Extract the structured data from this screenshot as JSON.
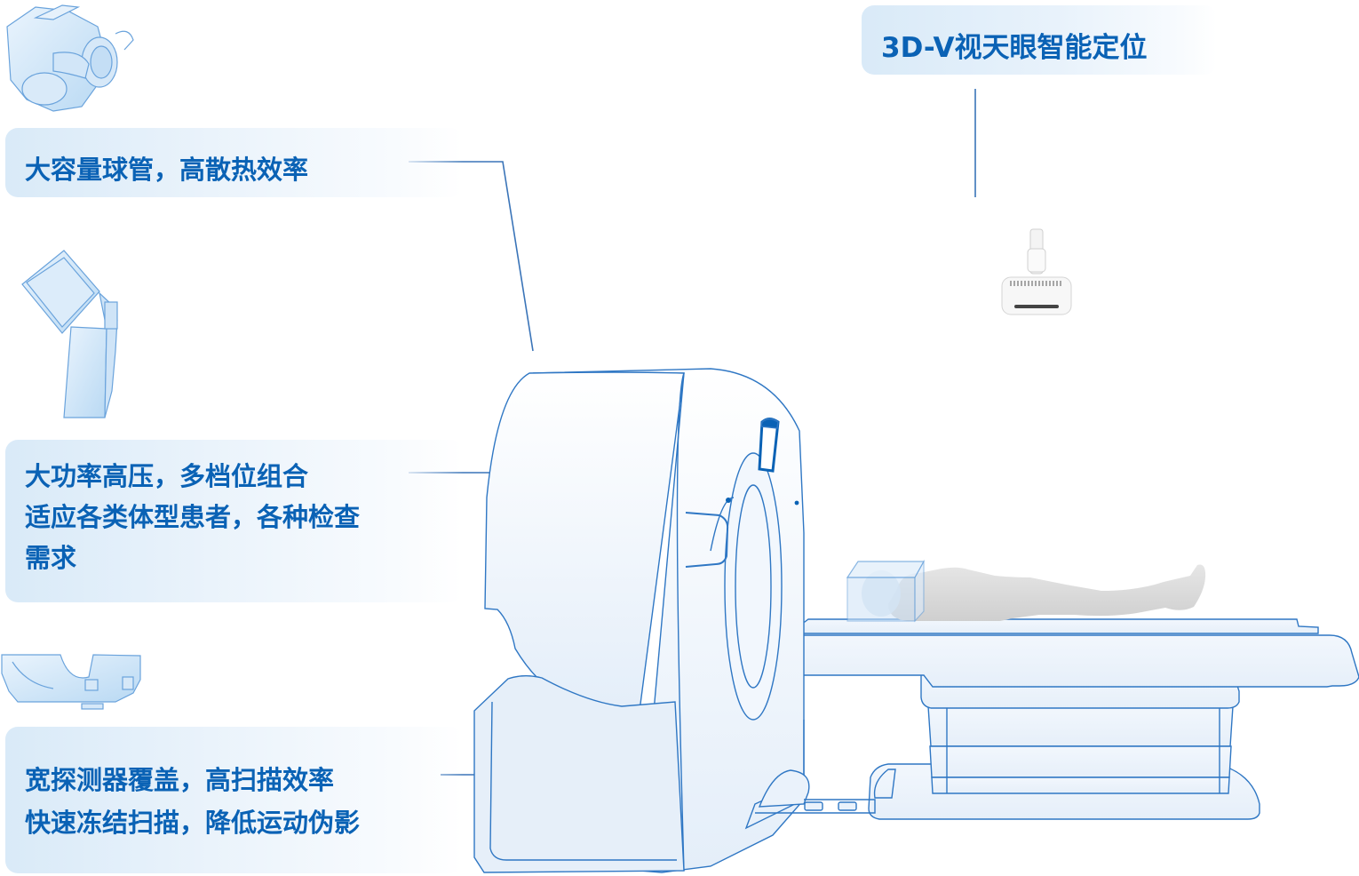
{
  "features": {
    "tube": {
      "lines": [
        "大容量球管，高散热效率"
      ],
      "icon": "x-ray-tube-icon"
    },
    "high_voltage": {
      "lines": [
        "大功率高压，多档位组合",
        "适应各类体型患者，各种检查",
        "需求"
      ],
      "icon": "generator-icon"
    },
    "detector": {
      "lines": [
        "宽探测器覆盖，高扫描效率",
        "快速冻结扫描，降低运动伪影"
      ],
      "icon": "detector-icon"
    },
    "positioning": {
      "lines": [
        "3D-V视天眼智能定位"
      ],
      "icon": "3d-camera-icon"
    }
  },
  "colors": {
    "accent": "#0a62b5",
    "outline": "#2f77c4",
    "fill_light": "#eaf2fb",
    "patient": "#d4d4d4"
  }
}
